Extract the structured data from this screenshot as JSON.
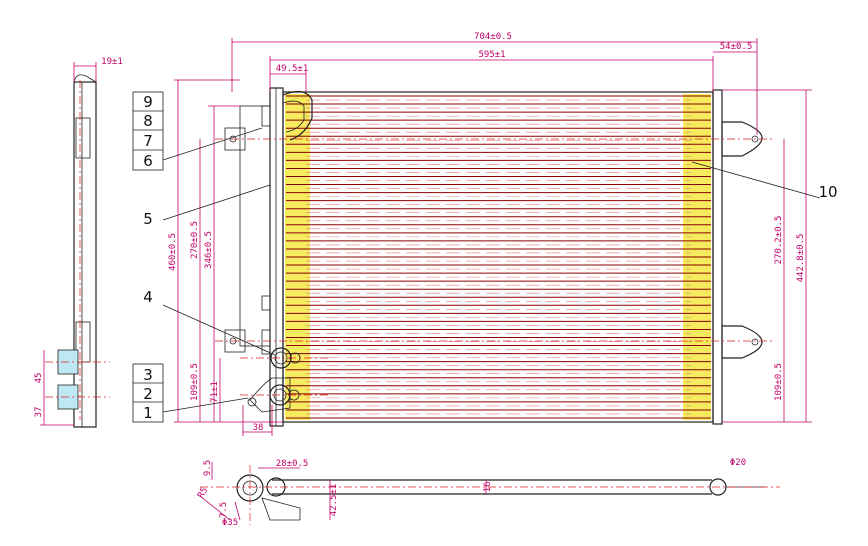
{
  "dimensions": {
    "overall_width": "704±0.5",
    "core_width": "595±1",
    "right_bracket": "54±0.5",
    "left_offset": "49.5±1",
    "side_thickness": "19±1",
    "height_total_left": "460±0.5",
    "height_270_left": "270±0.5",
    "height_346": "346±0.5",
    "height_109_left": "109±0.5",
    "height_71": "71±1",
    "bottom_38": "38",
    "right_270": "270.2±0.5",
    "right_442": "442.8±0.5",
    "right_109": "109±0.5",
    "side_45": "45",
    "side_37": "37",
    "bottom_9_5": "9.5",
    "bottom_28": "28±0.5",
    "bottom_16": "16",
    "bottom_phi20": "Φ20",
    "bottom_R5": "R5",
    "bottom_7_5": "7.5",
    "bottom_phi35": "Φ35",
    "bottom_42_5": "42.5±1"
  },
  "callouts": {
    "n1": "1",
    "n2": "2",
    "n3": "3",
    "n4": "4",
    "n5": "5",
    "n6": "6",
    "n7": "7",
    "n8": "8",
    "n9": "9",
    "n10": "10"
  },
  "colors": {
    "dimension": "#c0006a",
    "tube": "#8b0000",
    "fin_highlight": "#f5e642",
    "centerline": "#e02020",
    "outline": "#222222"
  }
}
